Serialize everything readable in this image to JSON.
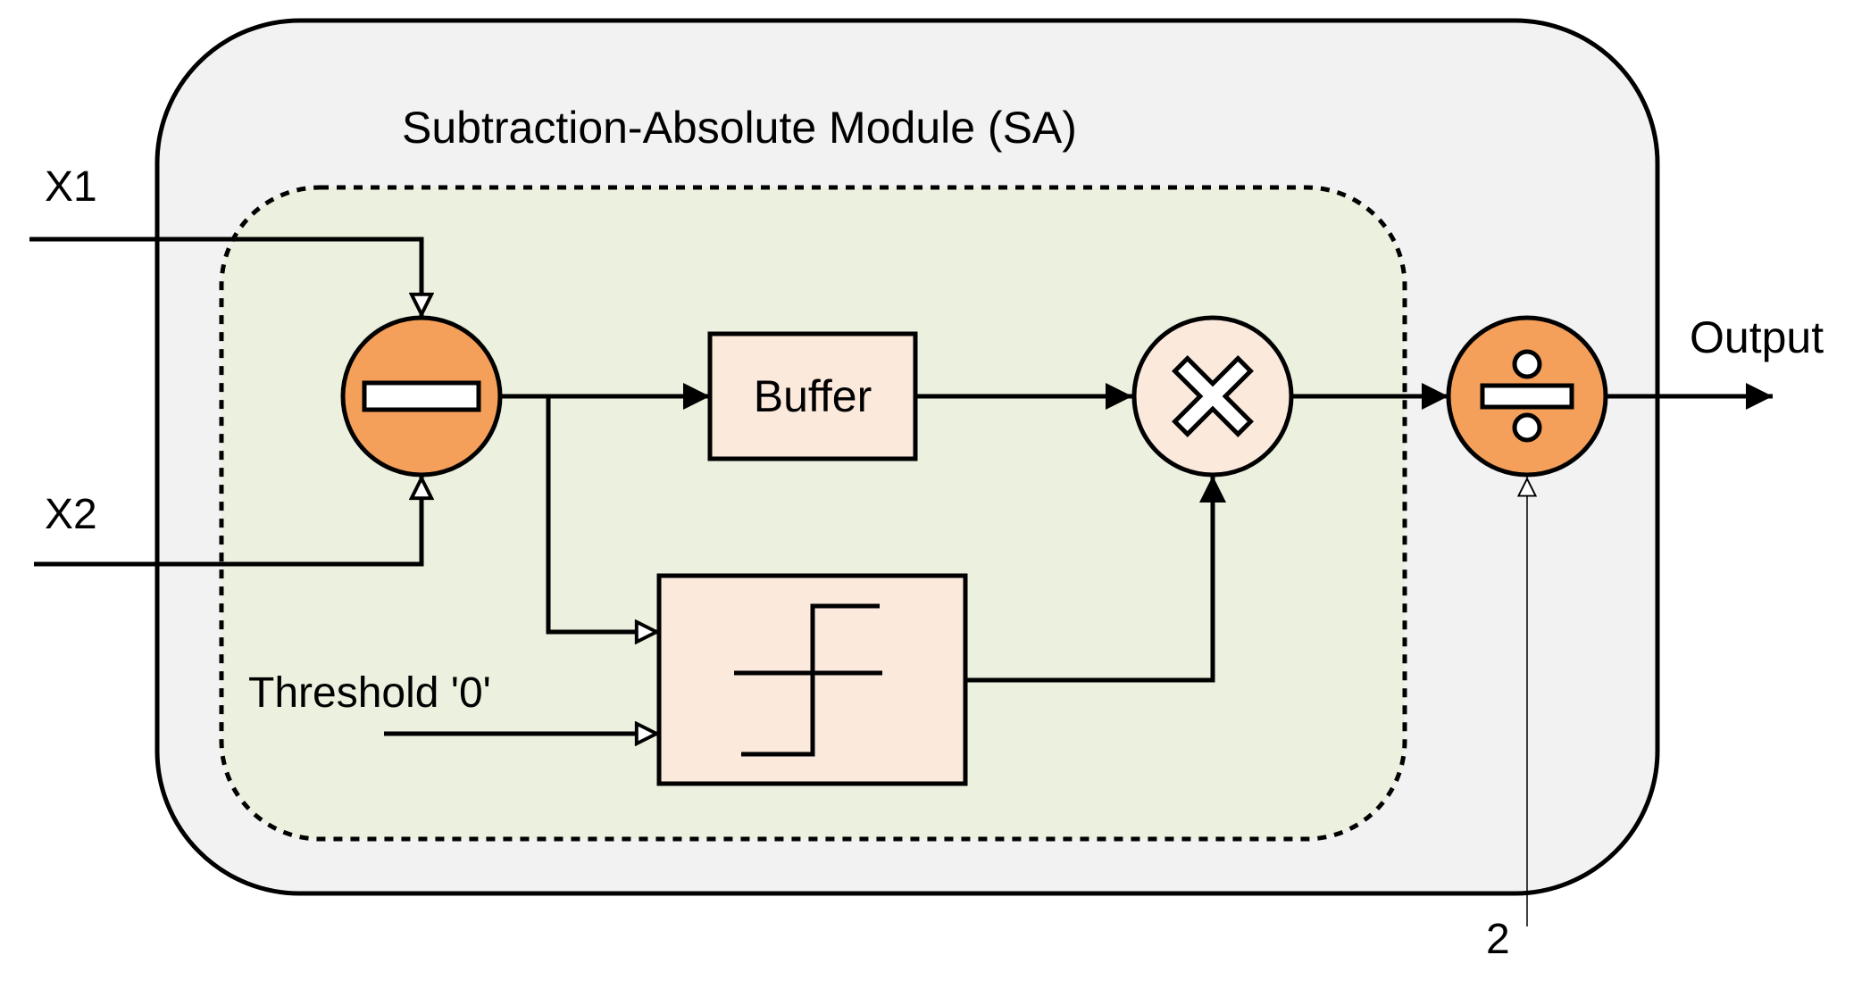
{
  "module_title": "Subtraction-Absolute Module (SA)",
  "inputs": {
    "x1": "X1",
    "x2": "X2",
    "threshold": "Threshold '0'",
    "divisor": "2"
  },
  "blocks": {
    "buffer": "Buffer"
  },
  "output_label": "Output",
  "colors": {
    "outer_fill": "#f2f2f2",
    "inner_fill": "#ebf1de",
    "operator_fill": "#f5a05a",
    "block_fill": "#fbe9dc",
    "stroke": "#000000"
  },
  "icons": {
    "subtract": "minus-icon",
    "multiply": "times-icon",
    "divide": "division-icon",
    "step": "step-function-icon"
  }
}
